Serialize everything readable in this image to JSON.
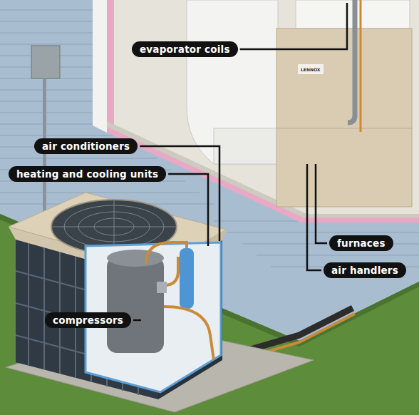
{
  "diagram": {
    "labels": [
      "evaporator coils",
      "air conditioners",
      "heating and cooling units",
      "compressors",
      "furnaces",
      "air handlers",
      "LENNOX"
    ]
  }
}
